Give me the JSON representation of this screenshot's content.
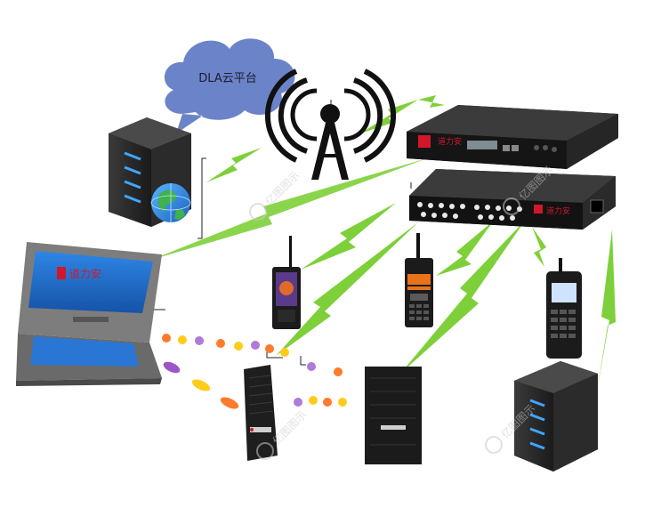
{
  "cloud": {
    "label": "DLA云平台",
    "color": "#6b83c8"
  },
  "brand": {
    "logo_text": "道力安",
    "accent": "#d0182a",
    "screen_blue": "#1f6fd1"
  },
  "watermark": {
    "text": "亿图图示"
  },
  "colors": {
    "lightning": "#7ed03a",
    "tower": "#111111",
    "device_body": "#1b1b1b",
    "laptop_body": "#7d7d7d",
    "server_blue": "#3fa7ff"
  }
}
